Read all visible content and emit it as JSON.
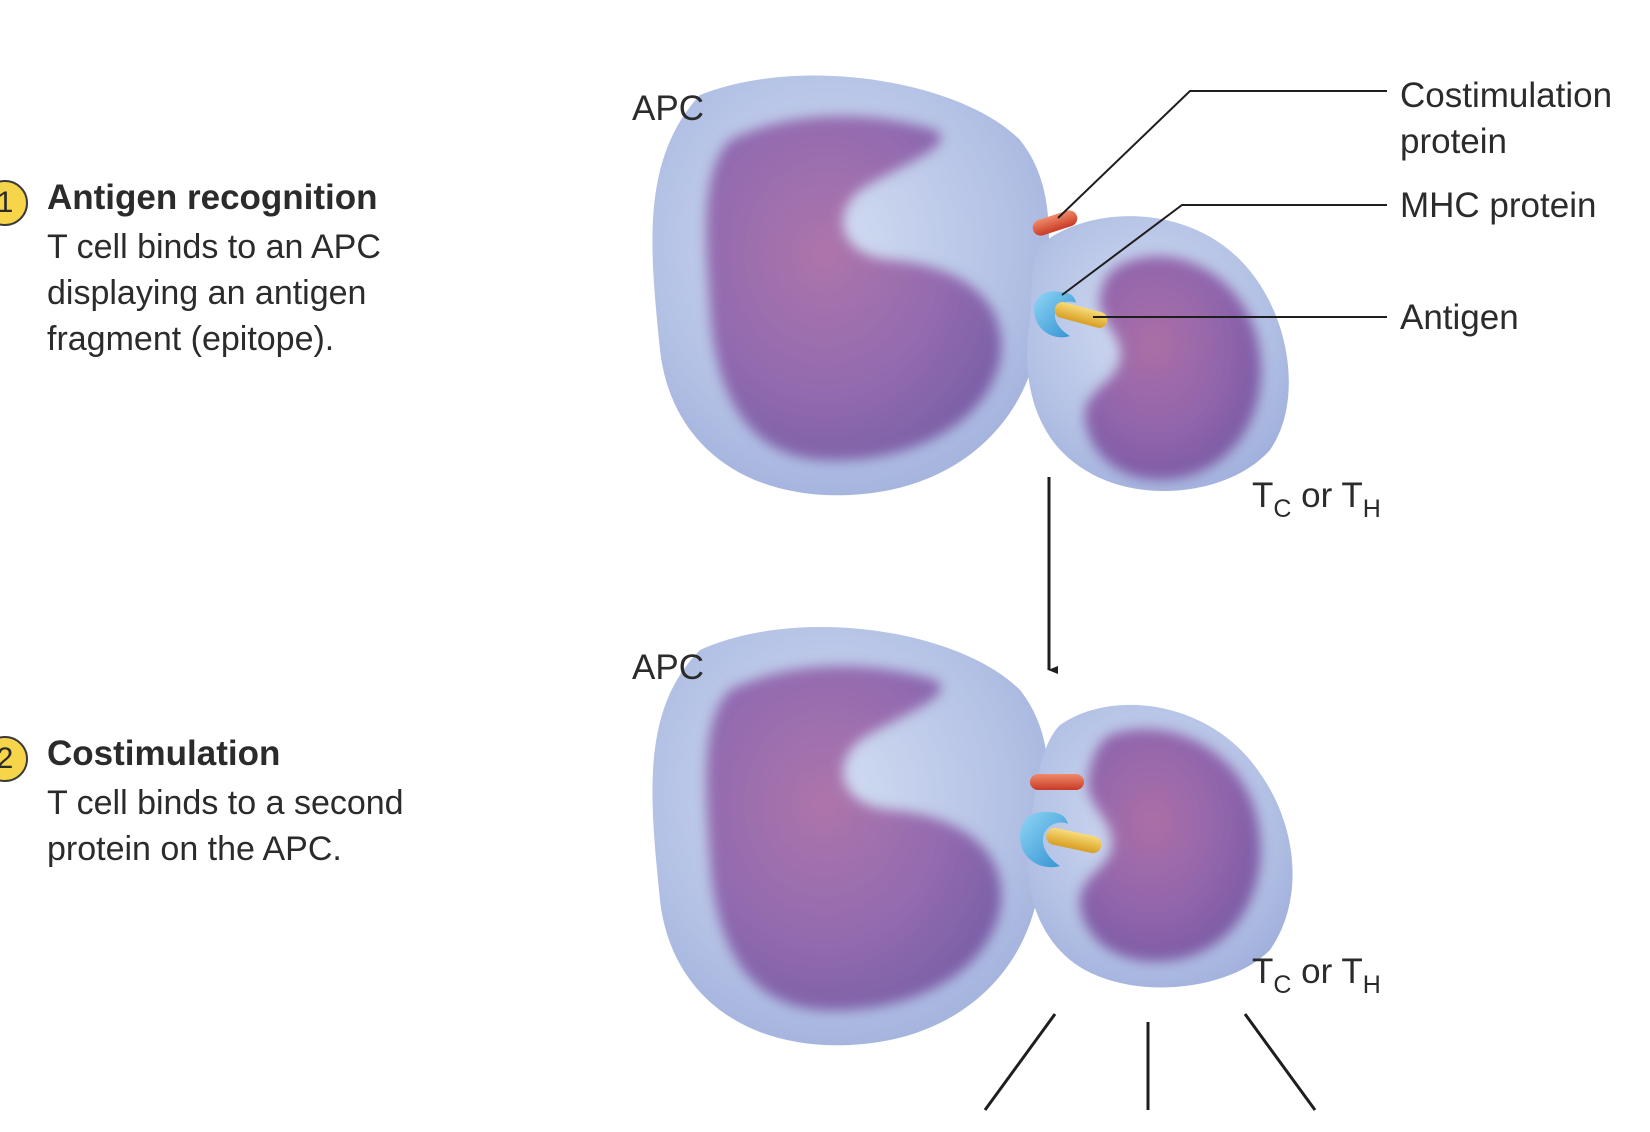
{
  "steps": [
    {
      "number": "1",
      "title": "Antigen recognition",
      "text": "T cell binds to an APC displaying an antigen fragment (epitope)."
    },
    {
      "number": "2",
      "title": "Costimulation",
      "text": "T cell binds to a second protein on the APC."
    }
  ],
  "labels": {
    "apc": "APC",
    "costimulation_protein": "Costimulation protein",
    "mhc_protein": "MHC protein",
    "antigen": "Antigen",
    "t_cell_prefix": "T",
    "t_cell_sub_c": "C",
    "t_cell_or": " or T",
    "t_cell_sub_h": "H"
  },
  "colors": {
    "cell": "#b9c6e6",
    "nucleus": "#8d5aa8",
    "costim_protein": "#e0503a",
    "mhc_protein": "#3aa6e0",
    "antigen": "#e8b83a",
    "step_badge": "#f7d54a"
  }
}
